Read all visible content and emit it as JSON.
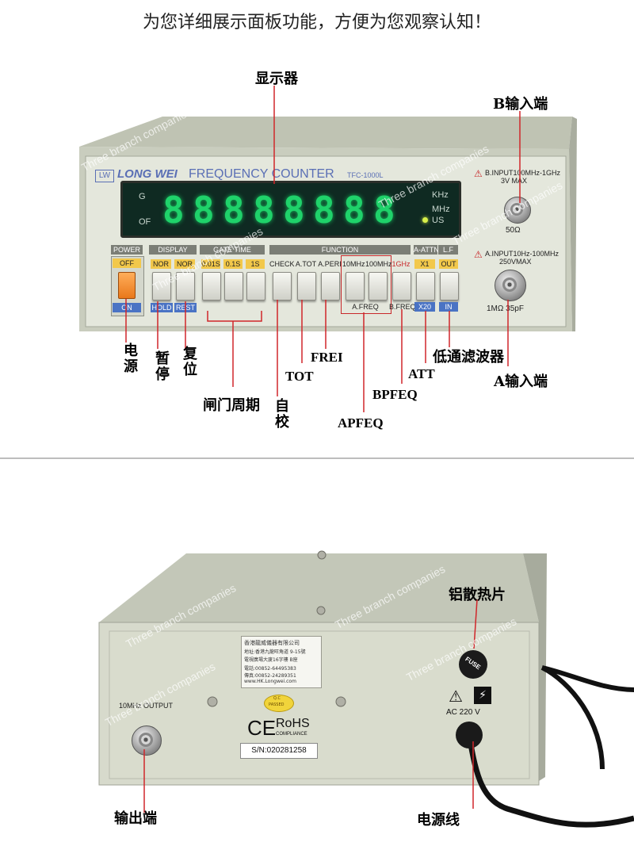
{
  "heading": "为您详细展示面板功能，方便为您观察认知！",
  "watermark": "Three branch companies",
  "front_labels": {
    "display": "显示器",
    "b_input": "B输入端",
    "a_input": "A输入端",
    "power": "电源",
    "pause": "暂停",
    "reset": "复位",
    "gate_period": "闸门周期",
    "self_check": "自校",
    "tot": "TOT",
    "frei": "FREI",
    "att": "ATT",
    "lowpass": "低通滤波器",
    "bpfeq": "BPFEQ",
    "apfeq": "APFEQ"
  },
  "front_panel": {
    "brand": "LONG WEI",
    "brand_mark": "LW",
    "title": "FREQUENCY COUNTER",
    "model": "TFC-1000L",
    "display_left": [
      "G",
      "OF"
    ],
    "display_right": [
      "KHz",
      "MHz",
      "US"
    ],
    "digits": [
      "8",
      "8",
      "8",
      "8",
      "8",
      "8",
      "8",
      "8"
    ],
    "power_title": "POWER",
    "power_off": "OFF",
    "power_on": "ON",
    "display_title": "DISPLAY",
    "display_tags": [
      "NOR",
      "NOR"
    ],
    "display_under": [
      "HOLD",
      "REST"
    ],
    "gate_title": "GATE TIME",
    "gate_tags": [
      "0.01S",
      "0.1S",
      "1S"
    ],
    "function_title": "FUNCTION",
    "function_tags": [
      "CHECK",
      "A.TOT",
      "A.PERI",
      "10MHz",
      "100MHz",
      "1GHz"
    ],
    "afreq": "A.FREQ",
    "bfreq": "B.FREQ",
    "aattn_title": "A-ATTN",
    "aattn_tag": "X1",
    "aattn_under": "X20",
    "lf_title": "L.F",
    "lf_tag": "OUT",
    "lf_under": "IN",
    "b_spec1": "B.INPUT100MHz-1GHz",
    "b_spec2": "3V MAX",
    "b_imp": "50Ω",
    "a_spec1": "A.INPUT10Hz-100MHz",
    "a_spec2": "250VMAX",
    "a_imp": "1MΩ 35pF"
  },
  "rear_labels": {
    "heatsink": "铝散热片",
    "output": "输出端",
    "power_cord": "电源线"
  },
  "rear_panel": {
    "output_label": "10MHz OUTPUT",
    "company": "香港龍威儀器有限公司",
    "addr1": "地址:香港九龍旺角道 9-15號",
    "addr2": "電視廣場大廈16字樓 B座",
    "tel": "電話:00852-64495383",
    "fax": "傳真:00852-24289351",
    "web": "www.HK.Longwei.com",
    "qc1": "Q.C",
    "qc2": "PASSED",
    "ce": "CE",
    "rohs": "RoHS",
    "compliance": "COMPLIANCE",
    "serial": "S/N:020281258",
    "fuse": "FUSE",
    "ac": "AC 220 V"
  },
  "colors": {
    "chassis": "#c9cdbe",
    "panel": "#e4e7dc",
    "display": "#0f2a22",
    "digit": "#1fd26a",
    "group_title": "#7b7e76",
    "tag_yellow": "#f2c84b",
    "power_button": "#f28c28",
    "blue_tag": "#4a73c4"
  }
}
